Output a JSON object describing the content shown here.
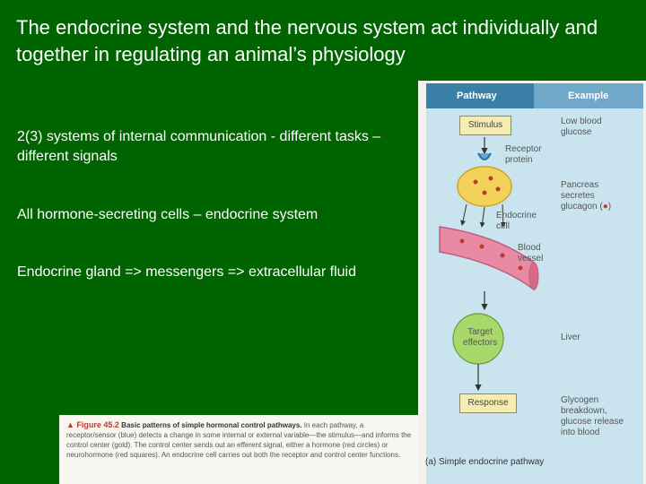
{
  "title": "The endocrine system and the nervous system act individually and together in regulating an animal’s physiology",
  "bullets": [
    "2(3) systems of internal communication - different tasks – different signals",
    "All hormone-secreting cells – endocrine system",
    "Endocrine gland => messengers => extracellular fluid"
  ],
  "figure": {
    "col_pathway": "Pathway",
    "col_example": "Example",
    "stimulus": "Stimulus",
    "receptor_l1": "Receptor",
    "receptor_l2": "protein",
    "endocrine_l1": "Endocrine",
    "endocrine_l2": "cell",
    "blood_l1": "Blood",
    "blood_l2": "vessel",
    "target_l1": "Target",
    "target_l2": "effectors",
    "response": "Response",
    "ex1_l1": "Low blood",
    "ex1_l2": "glucose",
    "ex2_l1": "Pancreas",
    "ex2_l2": "secretes",
    "ex2_l3": "glucagon (",
    "ex3": "Liver",
    "ex4_l1": "Glycogen",
    "ex4_l2": "breakdown,",
    "ex4_l3": "glucose release",
    "ex4_l4": "into blood",
    "subtitle": "(a) Simple endocrine pathway"
  },
  "caption": {
    "fig_num": "▲ Figure 45.2",
    "fig_head": "Basic patterns of simple hormonal control pathways.",
    "text": "In each pathway, a receptor/sensor (blue) detects a change in some internal or external variable—the stimulus—and informs the control center (gold). The control center sends out an efferent signal, either a hormone (red circles) or neurohormone (red squares). An endocrine cell carries out both the receptor and control center functions."
  },
  "colors": {
    "background": "#006400",
    "pathway_header": "#3a7fa6",
    "example_header": "#6fa8c8",
    "panel": "#c9e4ef"
  }
}
